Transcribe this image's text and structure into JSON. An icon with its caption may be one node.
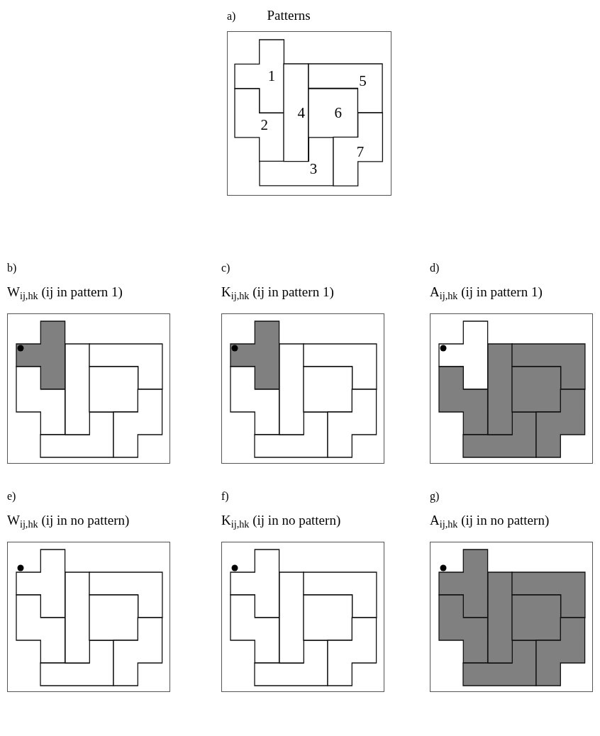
{
  "diagram": {
    "nodes": [
      {
        "text": [
          "a)",
          "Patterns"
        ]
      },
      {
        "text": [
          "1"
        ],
        "in": 0
      },
      {
        "text": [
          "2"
        ],
        "in": 0
      },
      {
        "text": [
          "3"
        ],
        "in": 0
      },
      {
        "text": [
          "4"
        ],
        "in": 0
      },
      {
        "text": [
          "5"
        ],
        "in": 0
      },
      {
        "text": [
          "6"
        ],
        "in": 0
      },
      {
        "text": [
          "7"
        ],
        "in": 0
      },
      {
        "text": [
          "b)",
          "W$_{ij,hk}$ (ij in pattern 1)"
        ]
      },
      {
        "text": [],
        "shape": "box",
        "in": 8
      },
      {
        "text": [],
        "shape": "box",
        "in": 8
      },
      {
        "text": [],
        "shape": "box",
        "in": 8
      },
      {
        "text": [],
        "shape": "box",
        "in": 8
      },
      {
        "text": [],
        "shape": "box",
        "in": 8
      },
      {
        "text": [],
        "shape": "box",
        "in": 8
      },
      {
        "text": [],
        "shape": "box",
        "in": 8
      },
      {
        "text": [
          "c)",
          "K$_{ij,hk}$ (ij in pattern 1)"
        ]
      },
      {
        "text": [],
        "shape": "box",
        "in": 16
      },
      {
        "text": [],
        "shape": "box",
        "in": 16
      },
      {
        "text": [],
        "shape": "box",
        "in": 16
      },
      {
        "text": [],
        "shape": "box",
        "in": 16
      },
      {
        "text": [],
        "shape": "box",
        "in": 16
      },
      {
        "text": [],
        "shape": "box",
        "in": 16
      },
      {
        "text": [],
        "shape": "box",
        "in": 16
      },
      {
        "text": [
          "d)",
          "A$_{ij,hk}$ (ij in pattern 1)"
        ]
      },
      {
        "text": [],
        "shape": "box",
        "in": 24
      },
      {
        "text": [],
        "shape": "box",
        "in": 24
      },
      {
        "text": [],
        "shape": "box",
        "in": 24
      },
      {
        "text": [],
        "shape": "box",
        "in": 24
      },
      {
        "text": [],
        "shape": "box",
        "in": 24
      },
      {
        "text": [],
        "shape": "box",
        "in": 24
      },
      {
        "text": [],
        "shape": "box",
        "in": 24
      },
      {
        "text": [
          "e)",
          "W$_{ij,hk}$ (ij in no pattern)"
        ]
      },
      {
        "text": [],
        "shape": "box",
        "in": 32
      },
      {
        "text": [],
        "shape": "box",
        "in": 32
      },
      {
        "text": [],
        "shape": "box",
        "in": 32
      },
      {
        "text": [],
        "shape": "box",
        "in": 32
      },
      {
        "text": [],
        "shape": "box",
        "in": 32
      },
      {
        "text": [],
        "shape": "box",
        "in": 32
      },
      {
        "text": [],
        "shape": "box",
        "in": 32
      },
      {
        "text": [
          "f)",
          "K$_{ij,hk}$ (ij in no pattern)"
        ]
      },
      {
        "text": [],
        "shape": "box",
        "in": 40
      },
      {
        "text": [],
        "shape": "box",
        "in": 40
      },
      {
        "text": [],
        "shape": "box",
        "in": 40
      },
      {
        "text": [],
        "shape": "box",
        "in": 40
      },
      {
        "text": [],
        "shape": "box",
        "in": 40
      },
      {
        "text": [],
        "shape": "box",
        "in": 40
      },
      {
        "text": [],
        "shape": "box",
        "in": 40
      },
      {
        "text": [
          "g)",
          "A$_{ij,hk}$ (ij in no pattern)"
        ]
      },
      {
        "text": [],
        "shape": "box",
        "in": 48
      },
      {
        "text": [],
        "shape": "box",
        "in": 48
      },
      {
        "text": [],
        "shape": "box",
        "in": 48
      },
      {
        "text": [],
        "shape": "box",
        "in": 48
      },
      {
        "text": [],
        "shape": "box",
        "in": 48
      },
      {
        "text": [],
        "shape": "box",
        "in": 48
      },
      {
        "text": [],
        "shape": "box",
        "in": 48
      }
    ]
  }
}
